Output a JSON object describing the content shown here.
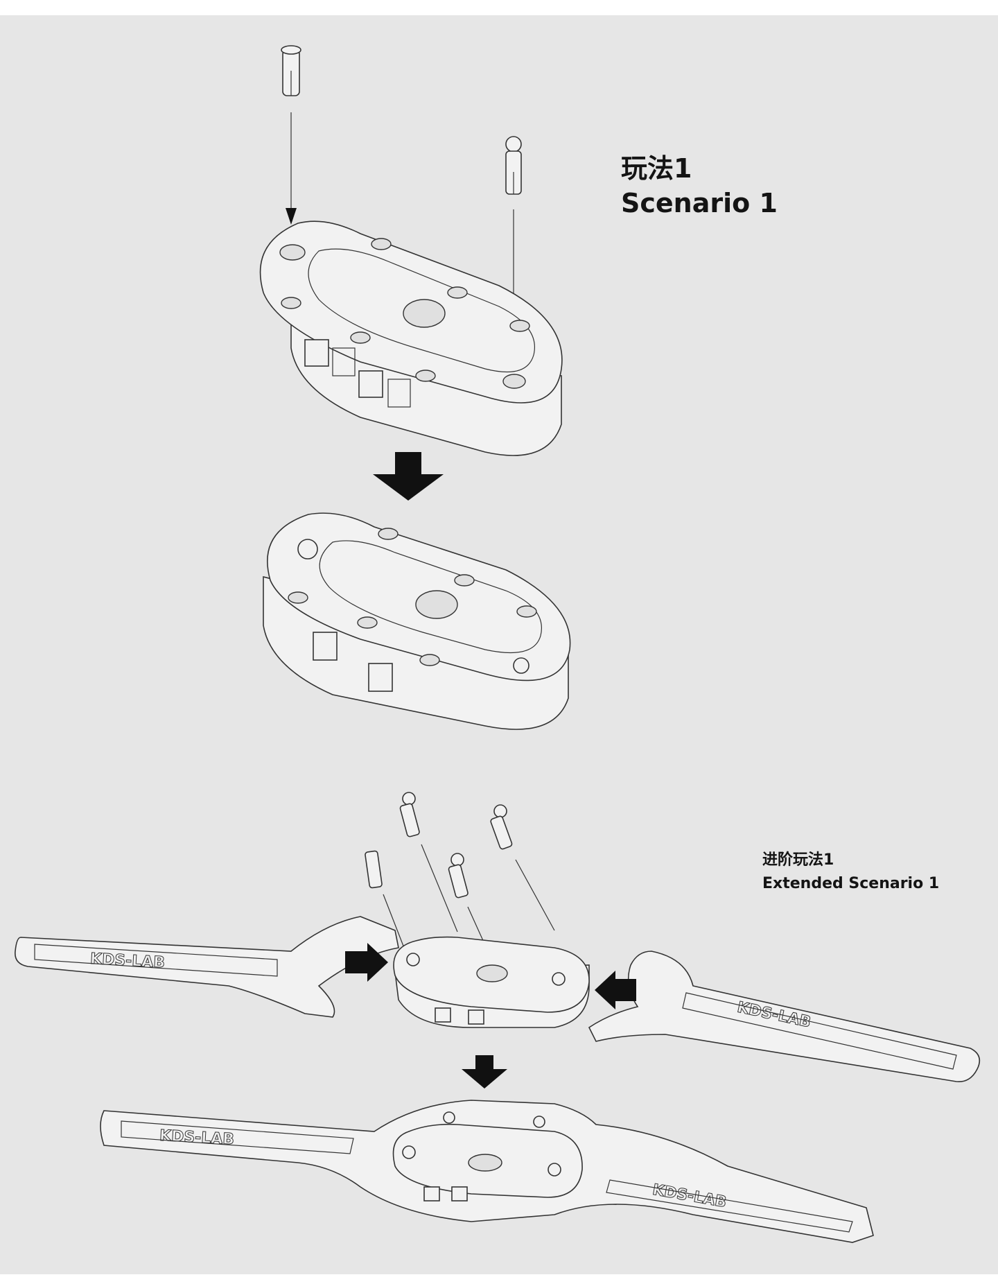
{
  "scenario_1": {
    "title_cn": "玩法1",
    "title_en": "Scenario 1"
  },
  "extended_scenario_1": {
    "title_cn": "进阶玩法1",
    "title_en": "Extended Scenario 1"
  },
  "strap_logo": "KDS-LAB",
  "colors": {
    "background": "#e6e6e6",
    "line": "#333333",
    "arrow": "#111111"
  }
}
